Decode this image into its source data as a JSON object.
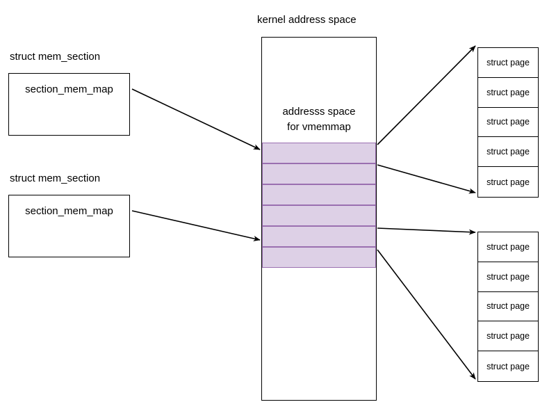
{
  "diagram": {
    "title": "kernel address space",
    "kernel_space": {
      "title": "kernel address space",
      "caption_line1": "addresss space",
      "caption_line2": "for vmemmap",
      "band_count": 6,
      "band_fill_color": "#ddd0e6",
      "band_border_color": "#9a6fb0"
    },
    "mem_sections": [
      {
        "title": "struct mem_section",
        "field": "section_mem_map"
      },
      {
        "title": "struct mem_section",
        "field": "section_mem_map"
      }
    ],
    "page_groups": [
      {
        "cells": [
          "struct page",
          "struct page",
          "struct page",
          "struct page",
          "struct page"
        ]
      },
      {
        "cells": [
          "struct page",
          "struct page",
          "struct page",
          "struct page",
          "struct page"
        ]
      }
    ],
    "stroke_color": "#000000"
  }
}
